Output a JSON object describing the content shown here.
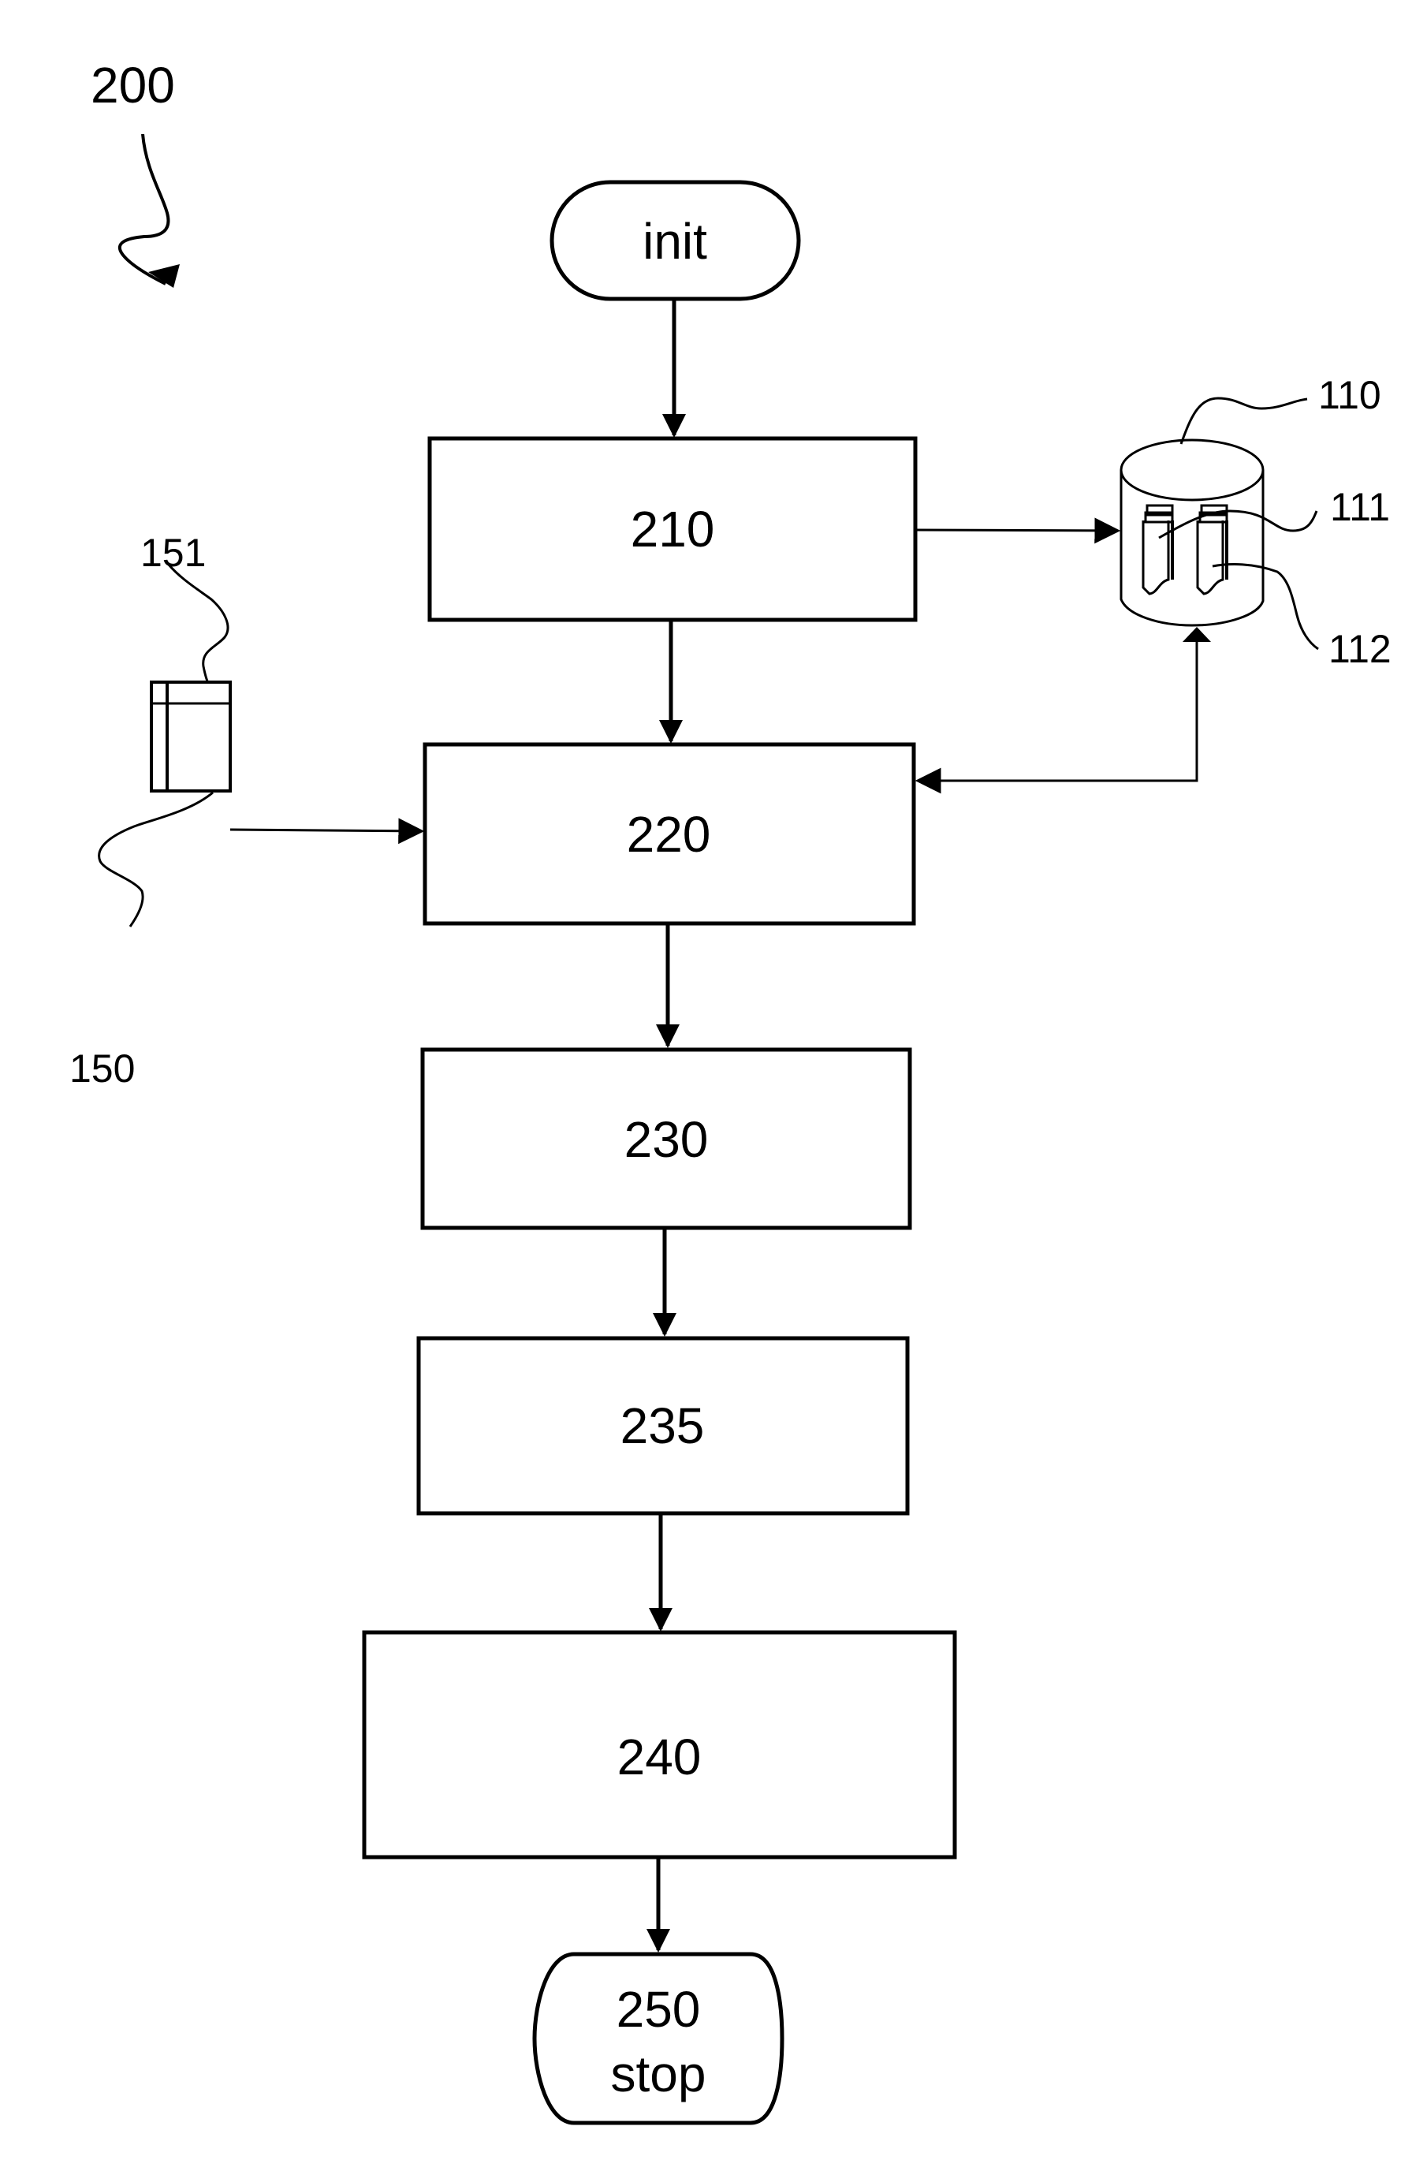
{
  "figure": {
    "number": "200",
    "type": "flowchart"
  },
  "nodes": {
    "init": {
      "label": "init",
      "kind": "terminal"
    },
    "s210": {
      "label": "210",
      "kind": "process"
    },
    "s220": {
      "label": "220",
      "kind": "process"
    },
    "s230": {
      "label": "230",
      "kind": "process"
    },
    "s235": {
      "label": "235",
      "kind": "process"
    },
    "s240": {
      "label": "240",
      "kind": "process"
    },
    "stop": {
      "number": "250",
      "label": "stop",
      "kind": "terminal"
    }
  },
  "components": {
    "container": {
      "ref": "110",
      "tube_a_ref": "111",
      "tube_b_ref": "112"
    },
    "card": {
      "ref": "150",
      "stripe_ref": "151"
    }
  },
  "edges": [
    {
      "from": "init",
      "to": "210"
    },
    {
      "from": "210",
      "to": "220"
    },
    {
      "from": "210",
      "to": "110"
    },
    {
      "from": "110",
      "to": "220"
    },
    {
      "from": "150",
      "to": "220"
    },
    {
      "from": "220",
      "to": "230"
    },
    {
      "from": "230",
      "to": "235"
    },
    {
      "from": "235",
      "to": "240"
    },
    {
      "from": "240",
      "to": "250"
    }
  ],
  "colors": {
    "ink": "#000000",
    "paper": "#ffffff"
  }
}
